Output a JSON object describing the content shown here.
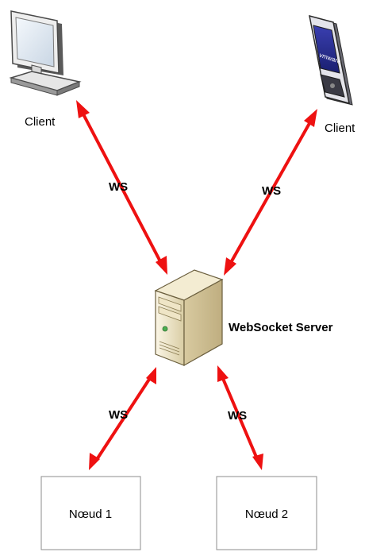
{
  "diagram": {
    "nodes": {
      "client_desktop": {
        "label": "Client",
        "icon": "desktop-monitor-icon"
      },
      "client_mobile": {
        "label": "Client",
        "icon": "mobile-device-icon",
        "brand_text": "vmware"
      },
      "server": {
        "label": "WebSocket Server",
        "icon": "server-tower-icon"
      },
      "node1": {
        "label": "Nœud 1"
      },
      "node2": {
        "label": "Nœud 2"
      }
    },
    "edges": [
      {
        "from": "client_desktop",
        "to": "server",
        "label": "WS"
      },
      {
        "from": "client_mobile",
        "to": "server",
        "label": "WS"
      },
      {
        "from": "server",
        "to": "node1",
        "label": "WS"
      },
      {
        "from": "server",
        "to": "node2",
        "label": "WS"
      }
    ],
    "colors": {
      "arrow": "#ee1111",
      "box_border": "#8c8c8c",
      "server_body": "#e8ddb8",
      "monitor_frame": "#e6e6e6",
      "phone_body": "#2a2a3a"
    }
  }
}
